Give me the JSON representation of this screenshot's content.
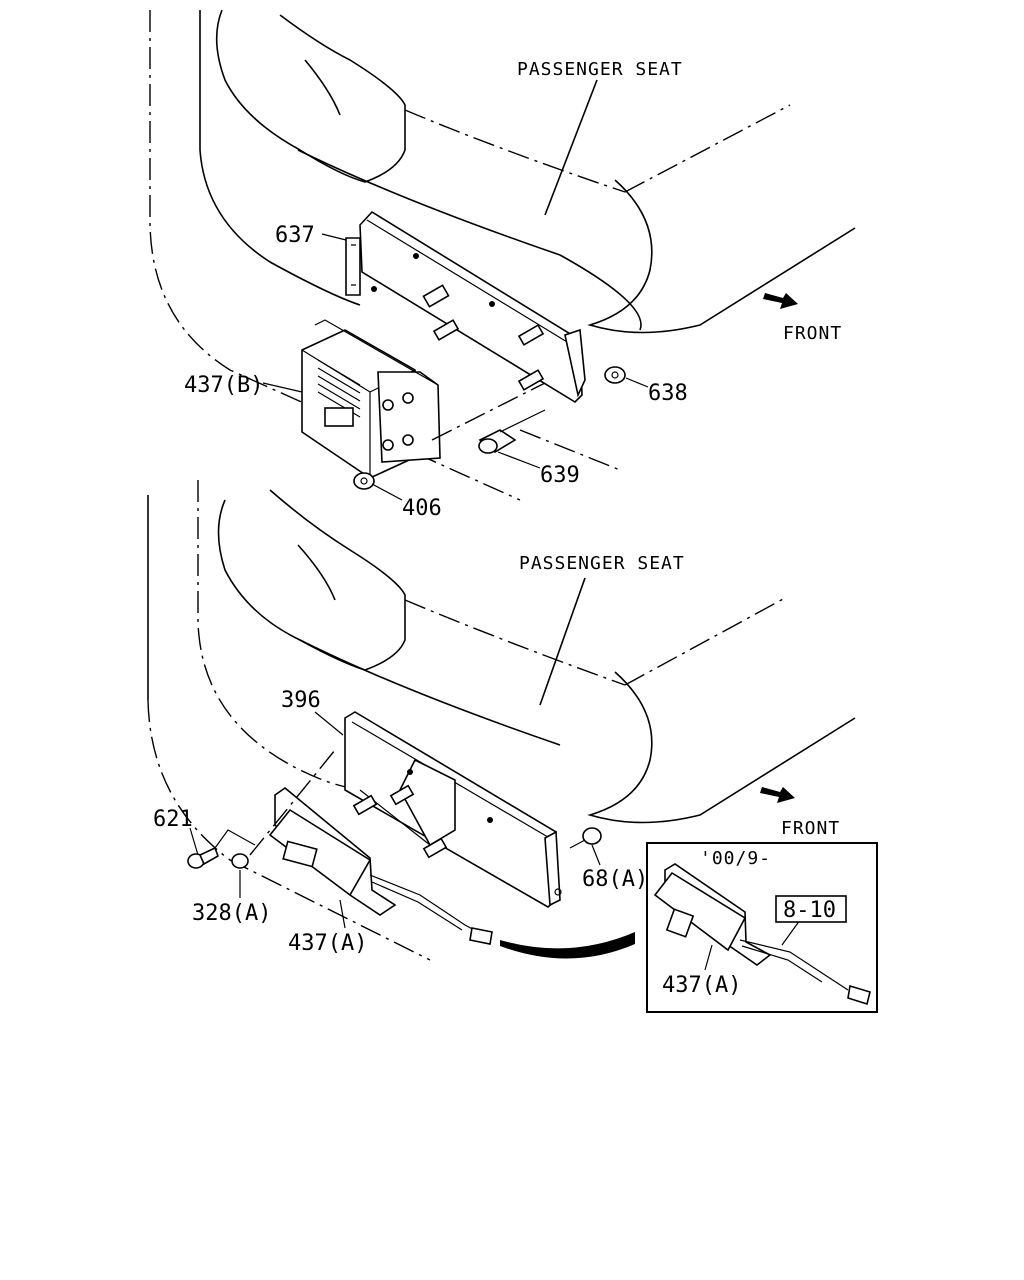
{
  "top_view": {
    "seat_label": "PASSENGER SEAT",
    "front_label": "FRONT",
    "callouts": {
      "p637": "637",
      "p437b": "437(B)",
      "p638": "638",
      "p639": "639",
      "p406": "406"
    }
  },
  "bottom_view": {
    "seat_label": "PASSENGER SEAT",
    "front_label": "FRONT",
    "callouts": {
      "p396": "396",
      "p621": "621",
      "p328a": "328(A)",
      "p437a": "437(A)",
      "p68a": "68(A)"
    }
  },
  "inset": {
    "date_note": "'00/9-",
    "ref_box": "8-10",
    "callout": "437(A)"
  }
}
